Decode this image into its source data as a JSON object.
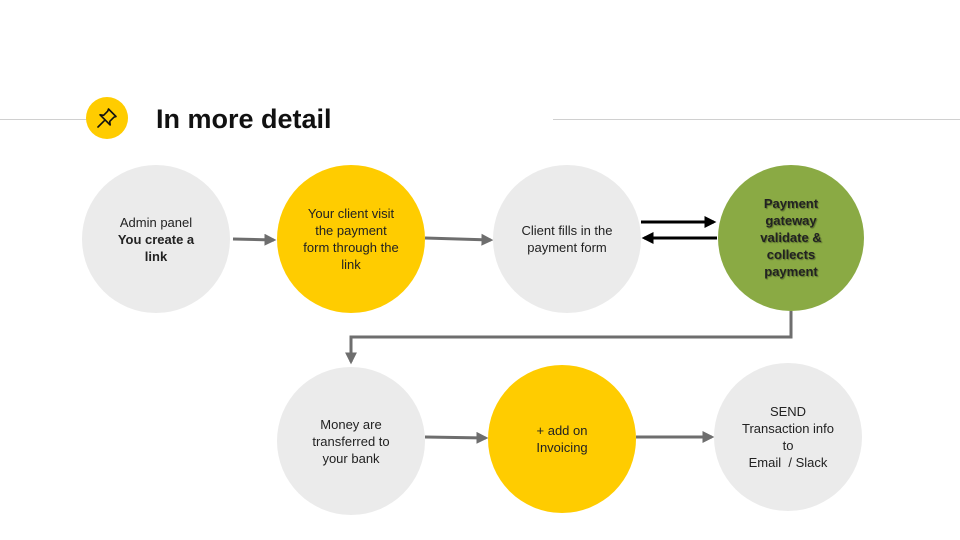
{
  "title": "In more detail",
  "header_icon": "pushpin-icon",
  "colors": {
    "accent_yellow": "#ffcc00",
    "gateway_green": "#8aaa44",
    "node_grey": "#ebebeb",
    "arrow_grey": "#6e6e6e",
    "arrow_black": "#000000"
  },
  "nodes": {
    "admin_panel": {
      "line1": "Admin panel",
      "emphasis": "You create a link"
    },
    "client_visit": {
      "text": "Your client visit the payment form through the link"
    },
    "client_fills": {
      "text": "Client fills in the payment form"
    },
    "payment_gateway": {
      "text": "Payment gateway validate & collects payment"
    },
    "money_transferred": {
      "text": "Money are transferred to your bank"
    },
    "invoicing": {
      "text": "+ add on Invoicing"
    },
    "send_info": {
      "line1": "SEND",
      "line2": "Transaction info to",
      "line3": "Email  / Slack"
    }
  }
}
